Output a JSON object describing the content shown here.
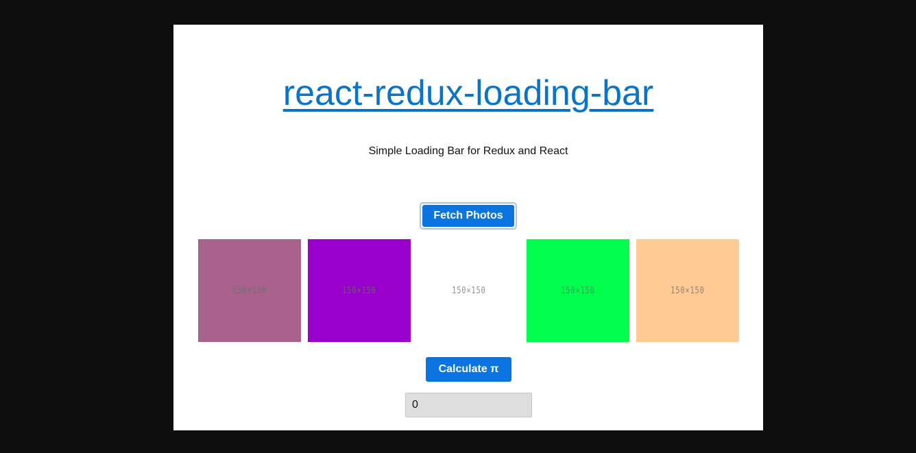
{
  "header": {
    "title": "react-redux-loading-bar",
    "subtitle": "Simple Loading Bar for Redux and React"
  },
  "buttons": {
    "fetch_label": "Fetch Photos",
    "calculate_label": "Calculate π"
  },
  "photos": [
    {
      "label": "150×150",
      "color": "#a8628c"
    },
    {
      "label": "150×150",
      "color": "#9900cc"
    },
    {
      "label": "150×150",
      "color": "#ffffff"
    },
    {
      "label": "150×150",
      "color": "#00ff4c"
    },
    {
      "label": "150×150",
      "color": "#ffca94"
    }
  ],
  "result": {
    "value": "0"
  },
  "colors": {
    "background": "#0e0e0e",
    "link": "#0a74c9",
    "button": "#0a74e0"
  }
}
